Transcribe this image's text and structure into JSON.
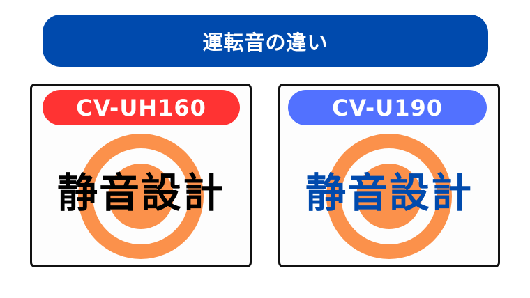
{
  "header": {
    "title": "運転音の違い",
    "color": "#004aad"
  },
  "colors": {
    "target_orange": "#fb914b",
    "card_border": "#111111"
  },
  "cards": [
    {
      "model": "CV-UH160",
      "pill_color": "#ff3333",
      "badge_text": "静音設計",
      "badge_color": "#000000",
      "icon": "target-icon"
    },
    {
      "model": "CV-U190",
      "pill_color": "#5271ff",
      "badge_text": "静音設計",
      "badge_color": "#004aad",
      "icon": "target-icon"
    }
  ]
}
